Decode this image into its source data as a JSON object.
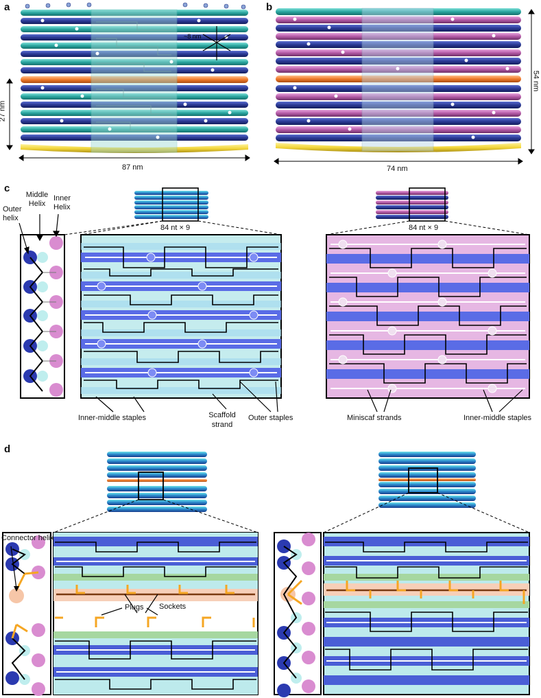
{
  "panels": {
    "a": "a",
    "b": "b",
    "c": "c",
    "d": "d"
  },
  "panel_a": {
    "dim_height": "27 nm",
    "dim_width": "87 nm",
    "spacing": "~8 nm"
  },
  "panel_b": {
    "dim_height": "54 nm",
    "dim_width": "74 nm"
  },
  "panel_c": {
    "helix_labels": {
      "outer": "Outer helix",
      "middle": "Middle Helix",
      "inner": "Inner Helix"
    },
    "left_title": "84 nt × 9",
    "right_title": "84 nt × 9",
    "left_callouts": [
      "Inner-middle staples",
      "Scaffold strand",
      "Outer staples"
    ],
    "right_callouts": [
      "Miniscaf strands",
      "Inner-middle staples"
    ]
  },
  "panel_d": {
    "connector_label": "Connector helix",
    "plugs_label": "Plugs",
    "sockets_label": "Sockets"
  },
  "colors": {
    "outer_blue": "#2f3f9e",
    "inner_pink": "#d77fc8",
    "teal": "#7fd6cf",
    "orange": "#f28a3a",
    "yellow": "#f2d53a",
    "plug": "#f5a623"
  }
}
